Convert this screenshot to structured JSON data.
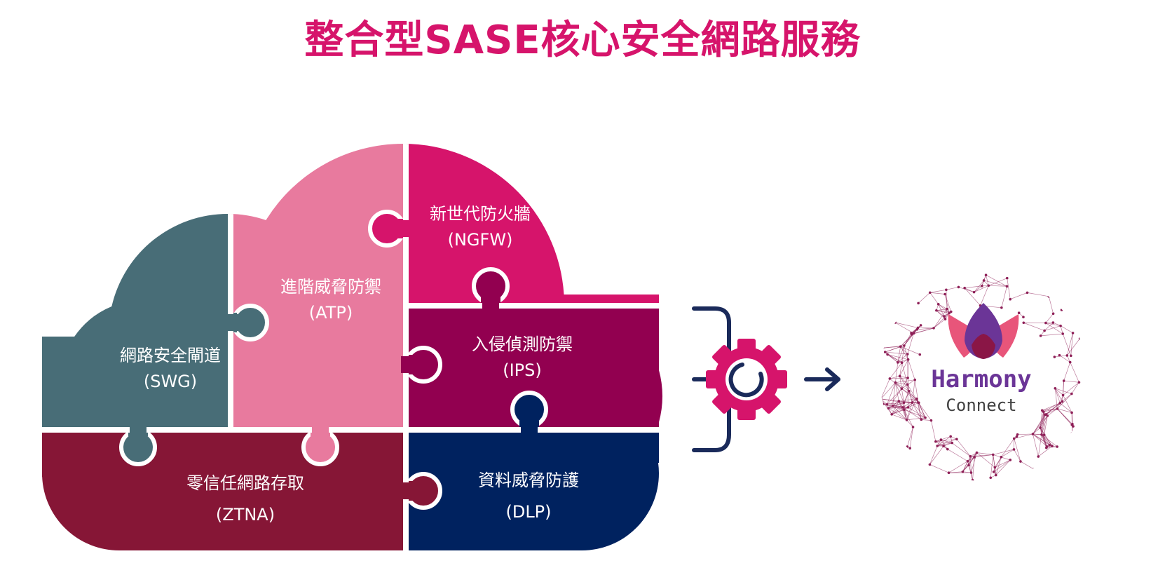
{
  "title": "整合型SASE核心安全網路服務",
  "colors": {
    "title": "#d6146b",
    "swg": "#486d77",
    "atp": "#e87a9e",
    "ngfw": "#d6146b",
    "ips": "#920050",
    "ztna": "#861636",
    "dlp": "#00225f",
    "process_line": "#1a2a5a",
    "gear": "#d6146b",
    "globe": "#8e1f57",
    "logo_text": "#6b3597"
  },
  "pieces": [
    {
      "id": "swg",
      "name": "網路安全閘道",
      "abbr": "(SWG)"
    },
    {
      "id": "atp",
      "name": "進階威脅防禦",
      "abbr": "(ATP)"
    },
    {
      "id": "ngfw",
      "name": "新世代防火牆",
      "abbr": "(NGFW)"
    },
    {
      "id": "ips",
      "name": "入侵偵測防禦",
      "abbr": "(IPS)"
    },
    {
      "id": "ztna",
      "name": "零信任網路存取",
      "abbr": "(ZTNA)"
    },
    {
      "id": "dlp",
      "name": "資料威脅防護",
      "abbr": "(DLP)"
    }
  ],
  "logo": {
    "brand": "Harmony",
    "product": "Connect"
  }
}
